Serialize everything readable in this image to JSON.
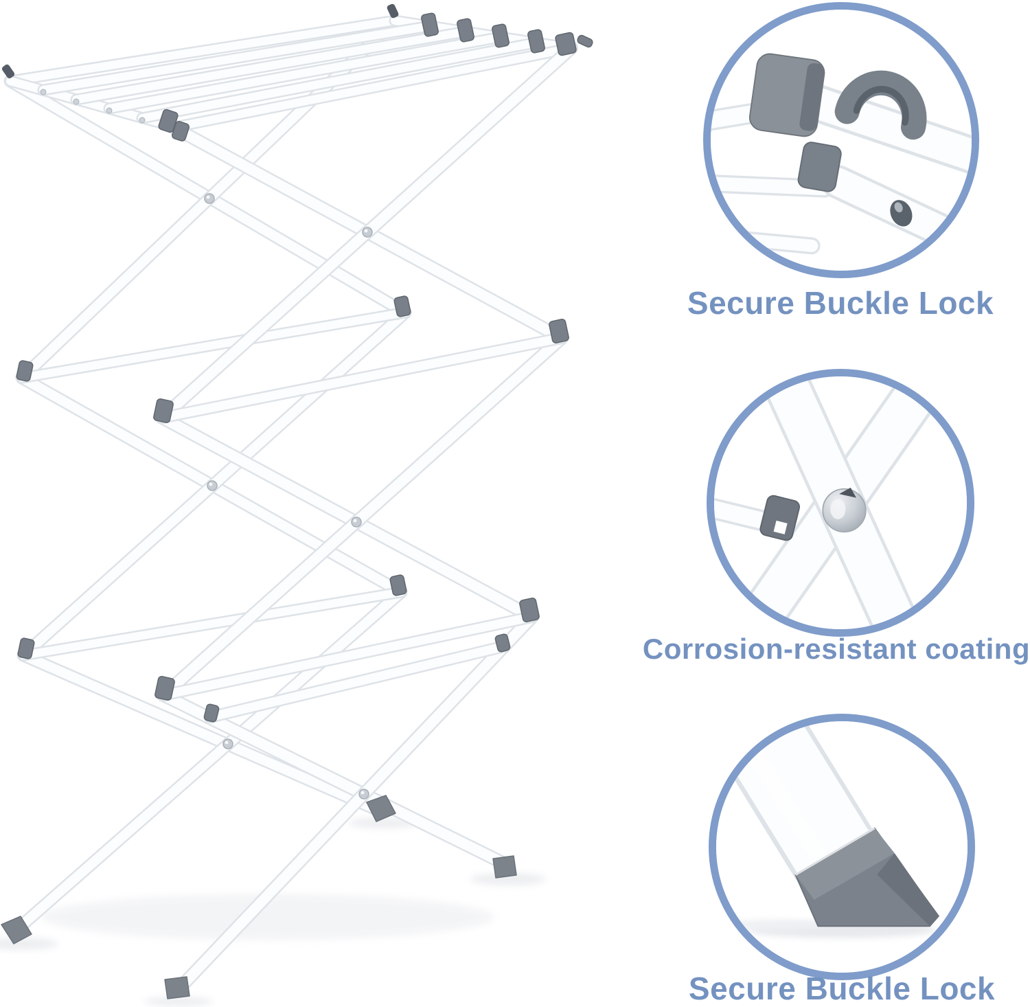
{
  "page": {
    "type": "product-feature-infographic",
    "background": "#ffffff"
  },
  "product_illustration": {
    "icon": "folding-drying-rack",
    "tiers": 3,
    "description_visible_text": ""
  },
  "callouts": [
    {
      "id": "buckle-lock-top",
      "label": "Secure Buckle Lock",
      "icon": "buckle-lock-detail"
    },
    {
      "id": "coating",
      "label": "Corrosion-resistant coating",
      "icon": "crossed-bars-rivet-detail"
    },
    {
      "id": "buckle-lock-bottom",
      "label": "Secure Buckle Lock",
      "icon": "foot-cap-detail"
    }
  ],
  "colors": {
    "label_text": "#7492c0",
    "circle_border": "#7f9cca",
    "rack_bar": "#fcfdfe",
    "rack_bar_edge": "#dee3e8",
    "clip_gray": "#798089",
    "clip_gray_dark": "#5f666e",
    "rivet_silver": "#c7cdd3",
    "shadow": "#e9ebee",
    "background": "#ffffff"
  }
}
